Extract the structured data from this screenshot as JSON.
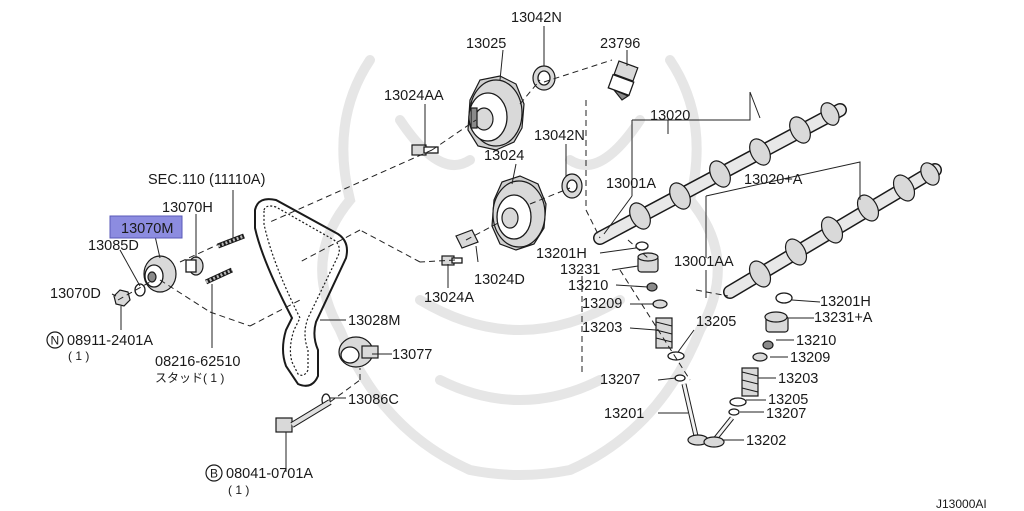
{
  "highlight_color": "#8c8ce0",
  "figure_code": "J13000AI",
  "labels": {
    "p13042n_top": "13042N",
    "p13025": "13025",
    "p23796": "23796",
    "p13024aa": "13024AA",
    "p13020": "13020",
    "p13042n_mid": "13042N",
    "p13024": "13024",
    "p13001a": "13001A",
    "p13020a": "13020+A",
    "sec110": "SEC.110 (11110A)",
    "p13070h": "13070H",
    "p13070m": "13070M",
    "p13085d": "13085D",
    "p13201h_l": "13201H",
    "p13231": "13231",
    "p13001aa": "13001AA",
    "p13210_l": "13210",
    "p13024d": "13024D",
    "p13070d": "13070D",
    "p13024a": "13024A",
    "p13209_l": "13209",
    "p13201h_r": "13201H",
    "p13231a": "13231+A",
    "p13028m": "13028M",
    "p13203_l": "13203",
    "p13205_l": "13205",
    "p08911": "08911-2401A",
    "p08911_qty": "( 1 )",
    "p13210_r": "13210",
    "p13077": "13077",
    "p13209_r": "13209",
    "p08216": "08216-62510",
    "p08216_sub": "スタッド( 1 )",
    "p13207_l": "13207",
    "p13203_r": "13203",
    "p13086c": "13086C",
    "p13205_r": "13205",
    "p13207_r": "13207",
    "p13201": "13201",
    "p13202": "13202",
    "p08041": "08041-0701A",
    "p08041_qty": "( 1 )",
    "circle_n": "N",
    "circle_b": "B"
  }
}
